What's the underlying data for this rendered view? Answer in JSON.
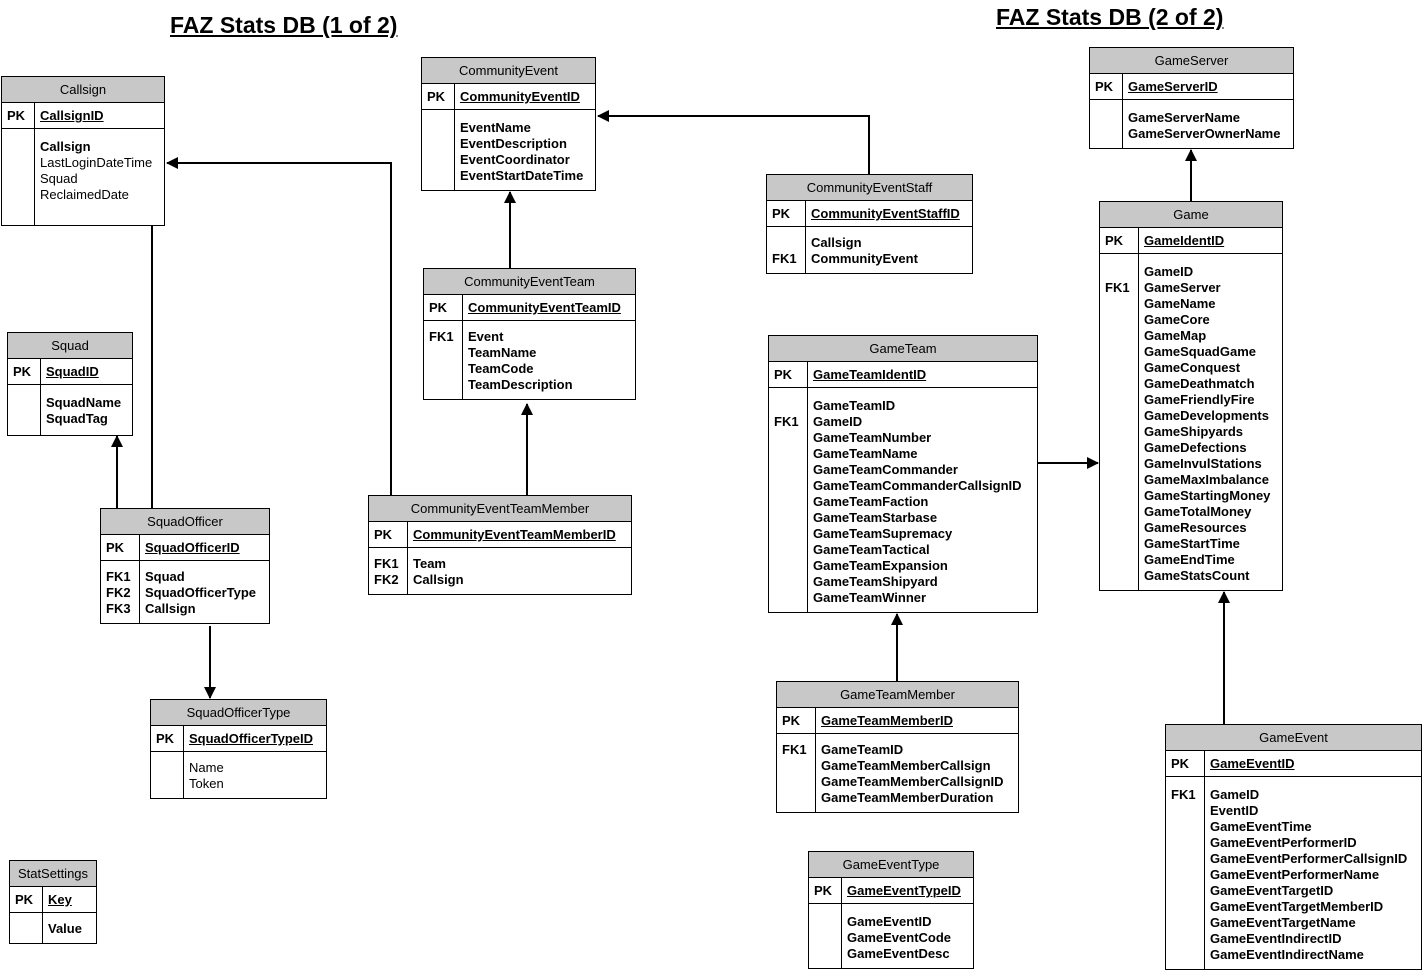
{
  "titles": {
    "left": "FAZ Stats DB (1 of 2)",
    "right": "FAZ Stats DB (2 of 2)"
  },
  "entities": [
    {
      "id": "callsign",
      "name": "Callsign",
      "pk": "CallsignID",
      "keys": [],
      "fields": [
        "Callsign",
        "LastLoginDateTime",
        "Squad",
        "ReclaimedDate"
      ],
      "bold": [
        true,
        false,
        false,
        false
      ]
    },
    {
      "id": "squad",
      "name": "Squad",
      "pk": "SquadID",
      "keys": [],
      "fields": [
        "SquadName",
        "SquadTag"
      ],
      "bold": [
        true,
        true
      ]
    },
    {
      "id": "squadofficer",
      "name": "SquadOfficer",
      "pk": "SquadOfficerID",
      "keys": [
        "FK1",
        "FK2",
        "FK3"
      ],
      "fields": [
        "Squad",
        "SquadOfficerType",
        "Callsign"
      ],
      "bold": [
        true,
        true,
        true
      ]
    },
    {
      "id": "squadofficertype",
      "name": "SquadOfficerType",
      "pk": "SquadOfficerTypeID",
      "keys": [],
      "fields": [
        "Name",
        "Token"
      ],
      "bold": [
        false,
        false
      ]
    },
    {
      "id": "statsettings",
      "name": "StatSettings",
      "pk": "Key",
      "keys": [],
      "fields": [
        "Value"
      ],
      "bold": [
        true
      ]
    },
    {
      "id": "communityevent",
      "name": "CommunityEvent",
      "pk": "CommunityEventID",
      "keys": [],
      "fields": [
        "EventName",
        "EventDescription",
        "EventCoordinator",
        "EventStartDateTime"
      ],
      "bold": [
        true,
        true,
        true,
        true
      ]
    },
    {
      "id": "communityeventteam",
      "name": "CommunityEventTeam",
      "pk": "CommunityEventTeamID",
      "keys": [
        "FK1"
      ],
      "fields": [
        "Event",
        "TeamName",
        "TeamCode",
        "TeamDescription"
      ],
      "bold": [
        true,
        true,
        true,
        true
      ]
    },
    {
      "id": "communityeventteammember",
      "name": "CommunityEventTeamMember",
      "pk": "CommunityEventTeamMemberID",
      "keys": [
        "FK1",
        "FK2"
      ],
      "fields": [
        "Team",
        "Callsign"
      ],
      "bold": [
        true,
        true
      ]
    },
    {
      "id": "communityeventstaff",
      "name": "CommunityEventStaff",
      "pk": "CommunityEventStaffID",
      "keys": [
        "",
        "FK1"
      ],
      "fields": [
        "Callsign",
        "CommunityEvent"
      ],
      "bold": [
        true,
        true
      ]
    },
    {
      "id": "gameserver",
      "name": "GameServer",
      "pk": "GameServerID",
      "keys": [],
      "fields": [
        "GameServerName",
        "GameServerOwnerName"
      ],
      "bold": [
        true,
        true
      ]
    },
    {
      "id": "game",
      "name": "Game",
      "pk": "GameIdentID",
      "keys": [
        "",
        "FK1"
      ],
      "fields": [
        "GameID",
        "GameServer",
        "GameName",
        "GameCore",
        "GameMap",
        "GameSquadGame",
        "GameConquest",
        "GameDeathmatch",
        "GameFriendlyFire",
        "GameDevelopments",
        "GameShipyards",
        "GameDefections",
        "GameInvulStations",
        "GameMaxImbalance",
        "GameStartingMoney",
        "GameTotalMoney",
        "GameResources",
        "GameStartTime",
        "GameEndTime",
        "GameStatsCount"
      ],
      "bold": [
        true,
        true,
        true,
        true,
        true,
        true,
        true,
        true,
        true,
        true,
        true,
        true,
        true,
        true,
        true,
        true,
        true,
        true,
        true,
        true
      ]
    },
    {
      "id": "gameteam",
      "name": "GameTeam",
      "pk": "GameTeamIdentID",
      "keys": [
        "",
        "FK1"
      ],
      "fields": [
        "GameTeamID",
        "GameID",
        "GameTeamNumber",
        "GameTeamName",
        "GameTeamCommander",
        "GameTeamCommanderCallsignID",
        "GameTeamFaction",
        "GameTeamStarbase",
        "GameTeamSupremacy",
        "GameTeamTactical",
        "GameTeamExpansion",
        "GameTeamShipyard",
        "GameTeamWinner"
      ],
      "bold": [
        true,
        true,
        true,
        true,
        true,
        true,
        true,
        true,
        true,
        true,
        true,
        true,
        true
      ]
    },
    {
      "id": "gameteammember",
      "name": "GameTeamMember",
      "pk": "GameTeamMemberID",
      "keys": [
        "FK1"
      ],
      "fields": [
        "GameTeamID",
        "GameTeamMemberCallsign",
        "GameTeamMemberCallsignID",
        "GameTeamMemberDuration"
      ],
      "bold": [
        true,
        true,
        true,
        true
      ]
    },
    {
      "id": "gameeventtype",
      "name": "GameEventType",
      "pk": "GameEventTypeID",
      "keys": [],
      "fields": [
        "GameEventID",
        "GameEventCode",
        "GameEventDesc"
      ],
      "bold": [
        true,
        true,
        true
      ]
    },
    {
      "id": "gameevent",
      "name": "GameEvent",
      "pk": "GameEventID",
      "keys": [
        "FK1"
      ],
      "fields": [
        "GameID",
        "EventID",
        "GameEventTime",
        "GameEventPerformerID",
        "GameEventPerformerCallsignID",
        "GameEventPerformerName",
        "GameEventTargetID",
        "GameEventTargetMemberID",
        "GameEventTargetName",
        "GameEventIndirectID",
        "GameEventIndirectName"
      ],
      "bold": [
        true,
        true,
        true,
        true,
        true,
        true,
        true,
        true,
        true,
        true,
        true
      ]
    }
  ],
  "pk_label": "PK"
}
